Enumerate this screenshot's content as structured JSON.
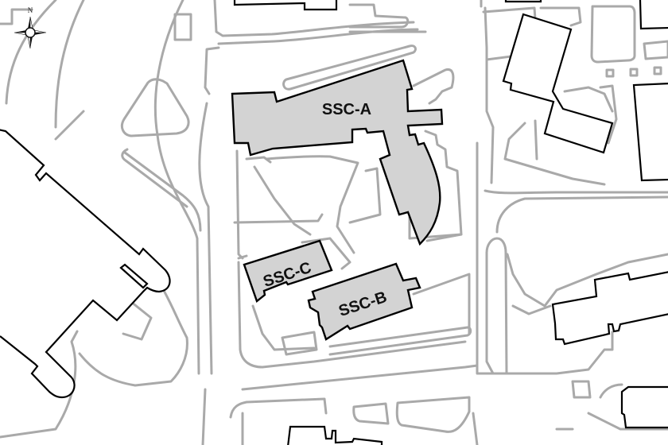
{
  "map": {
    "type": "campus-building-map",
    "colors": {
      "highlight_fill": "#d3d3d3",
      "building_stroke": "#000000",
      "path_stroke": "#a9a9a9",
      "background": "#ffffff"
    },
    "compass": {
      "label": "N",
      "icon": "compass-rose-icon"
    },
    "highlighted_buildings": [
      {
        "id": "ssc-a",
        "label": "SSC-A"
      },
      {
        "id": "ssc-b",
        "label": "SSC-B"
      },
      {
        "id": "ssc-c",
        "label": "SSC-C"
      }
    ]
  }
}
